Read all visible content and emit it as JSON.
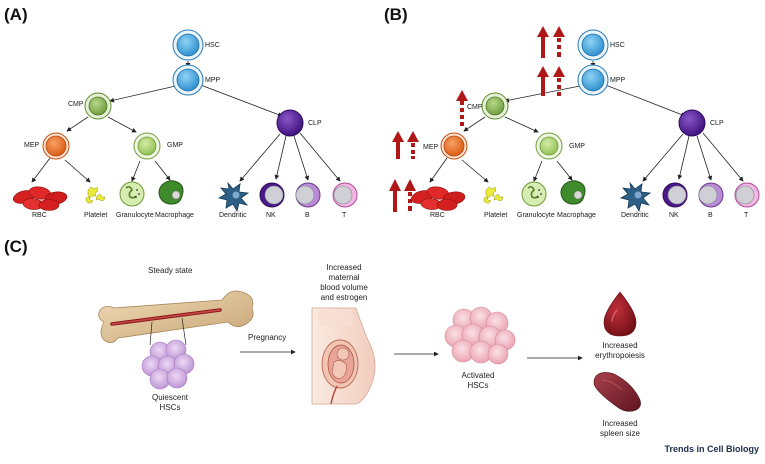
{
  "panels": {
    "a": "(A)",
    "b": "(B)",
    "c": "(C)"
  },
  "nodes": {
    "hsc": "HSC",
    "mpp": "MPP",
    "cmp": "CMP",
    "clp": "CLP",
    "mep": "MEP",
    "gmp": "GMP"
  },
  "cells": {
    "rbc": "RBC",
    "platelet": "Platelet",
    "granulocyte": "Granulocyte",
    "macrophage": "Macrophage",
    "dendritic": "Dendritic",
    "nk": "NK",
    "b": "B",
    "t": "T"
  },
  "panel_c": {
    "steady_state": "Steady state",
    "quiescent_1": "Quiescent",
    "quiescent_2": "HSCs",
    "pregnancy": "Pregnancy",
    "maternal_1": "Increased",
    "maternal_2": "maternal",
    "maternal_3": "blood volume",
    "maternal_4": "and estrogen",
    "activated_1": "Activated",
    "activated_2": "HSCs",
    "erythro_1": "Increased",
    "erythro_2": "erythropoiesis",
    "spleen_1": "Increased",
    "spleen_2": "spleen size"
  },
  "footer": "Trends in Cell Biology",
  "colors": {
    "hsc": "#3aa0d8",
    "cmp": "#7fa84a",
    "gmp": "#a9cf6a",
    "mep": "#e86a1c",
    "clp": "#4a1a88",
    "rbc": "#d42020",
    "arrow_up": "#b01818",
    "macrophage": "#3f8a2a",
    "dendritic": "#2e5f86"
  }
}
